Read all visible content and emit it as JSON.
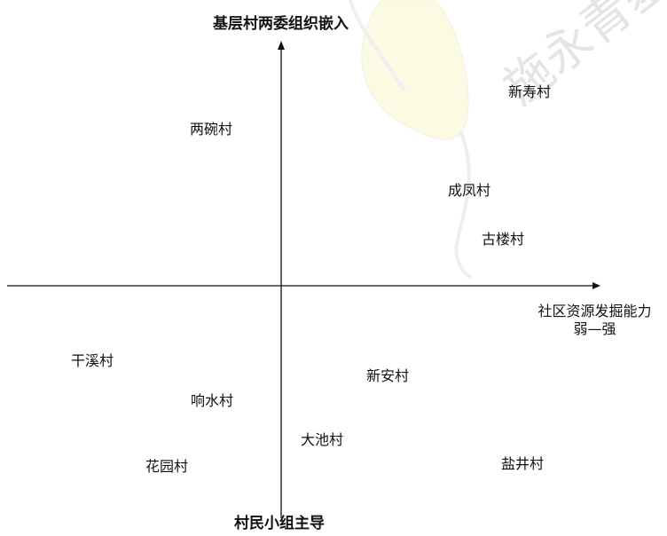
{
  "watermark": {
    "text": "施永青基"
  },
  "axes": {
    "y_top_label": "基层村两委组织嵌入",
    "y_bottom_label": "村民小组主导",
    "x_right_label_line1": "社区资源发掘能力",
    "x_right_label_line2": "弱—强"
  },
  "villages": [
    {
      "name": "新寿村"
    },
    {
      "name": "两碗村"
    },
    {
      "name": "成凤村"
    },
    {
      "name": "古楼村"
    },
    {
      "name": "干溪村"
    },
    {
      "name": "新安村"
    },
    {
      "name": "响水村"
    },
    {
      "name": "大池村"
    },
    {
      "name": "花园村"
    },
    {
      "name": "盐井村"
    }
  ],
  "colors": {
    "axis": "#111111",
    "text": "#111111",
    "watermark_text": "#e4e4e4",
    "watermark_leaf": "#fbfbe3"
  }
}
